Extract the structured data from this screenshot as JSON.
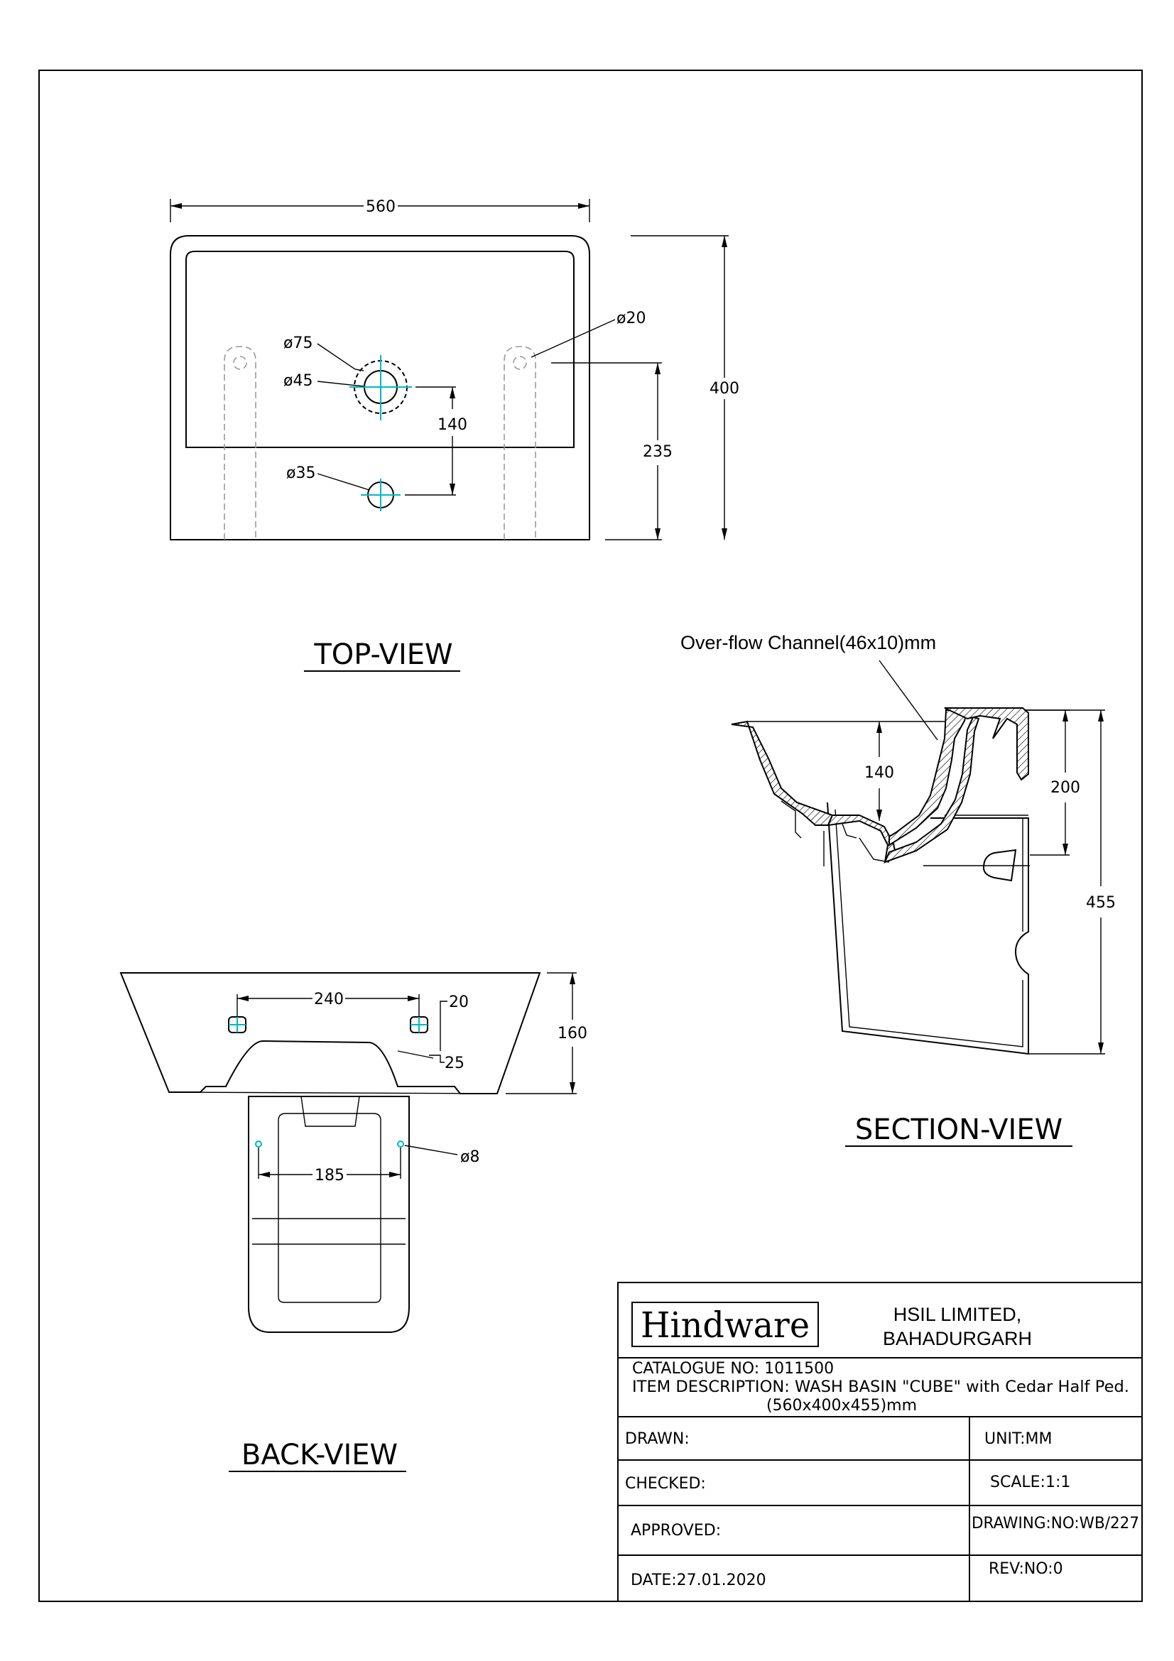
{
  "views": {
    "top": "TOP-VIEW",
    "section": "SECTION-VIEW",
    "back": "BACK-VIEW"
  },
  "dimensions": {
    "top": {
      "width": "560",
      "depth": "400",
      "tap_to_rear": "235",
      "tap_spacing": "140",
      "d75": "ø75",
      "d45": "ø45",
      "d35": "ø35",
      "d20": "ø20"
    },
    "section": {
      "overflow_note": "Over-flow Channel(46x10)mm",
      "bowl_depth": "140",
      "height_top": "200",
      "height_total": "455"
    },
    "back": {
      "bracket_spacing": "240",
      "slot_20": "20",
      "slot_25": "25",
      "height": "160",
      "ped_hole_spacing": "185",
      "d8": "ø8"
    }
  },
  "title_block": {
    "logo": "Hindware",
    "company_line1": "HSIL LIMITED,",
    "company_line2": "BAHADURGARH",
    "catalogue": "CATALOGUE NO: 1011500",
    "description": "ITEM DESCRIPTION: WASH BASIN \"CUBE\" with Cedar Half Ped.",
    "size": "(560x400x455)mm",
    "drawn": "DRAWN:",
    "unit": "UNIT:MM",
    "checked": "CHECKED:",
    "scale": "SCALE:1:1",
    "approved": "APPROVED:",
    "drawing_no": "DRAWING:NO:WB/227",
    "date": "DATE:27.01.2020",
    "rev": "REV:NO:0"
  }
}
